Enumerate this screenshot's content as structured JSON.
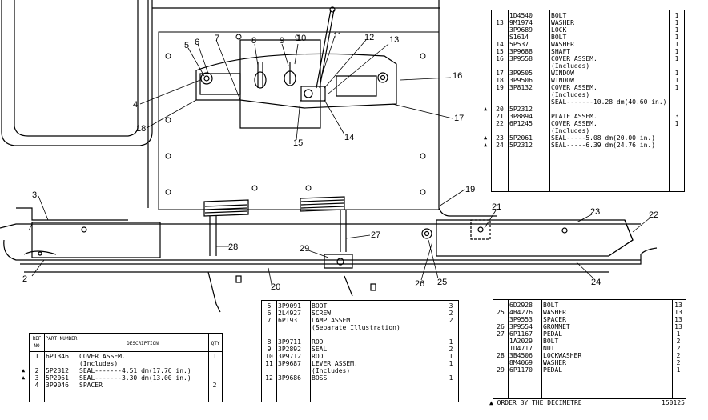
{
  "callouts": [
    "2",
    "3",
    "4",
    "5",
    "6",
    "7",
    "8",
    "9",
    "9",
    "10",
    "11",
    "12",
    "13",
    "14",
    "15",
    "16",
    "17",
    "18",
    "19",
    "20",
    "21",
    "22",
    "23",
    "24",
    "25",
    "26",
    "27",
    "28",
    "29"
  ],
  "table_top_right": [
    {
      "mark": "",
      "ref": "",
      "pn": "1D4540",
      "desc": "BOLT",
      "qty": "1"
    },
    {
      "mark": "",
      "ref": "13",
      "pn": "9M1974",
      "desc": "WASHER",
      "qty": "1"
    },
    {
      "mark": "",
      "ref": "",
      "pn": "3P9689",
      "desc": "LOCK",
      "qty": "1"
    },
    {
      "mark": "",
      "ref": "",
      "pn": "S1614",
      "desc": "BOLT",
      "qty": "1"
    },
    {
      "mark": "",
      "ref": "14",
      "pn": "5P537",
      "desc": "WASHER",
      "qty": "1"
    },
    {
      "mark": "",
      "ref": "15",
      "pn": "3P9688",
      "desc": "SHAFT",
      "qty": "1"
    },
    {
      "mark": "",
      "ref": "16",
      "pn": "3P9558",
      "desc": "COVER ASSEM.",
      "qty": "1"
    },
    {
      "mark": "",
      "ref": "",
      "pn": "",
      "desc": "(Includes)",
      "qty": ""
    },
    {
      "mark": "",
      "ref": "17",
      "pn": "3P9505",
      "desc": "WINDOW",
      "qty": "1"
    },
    {
      "mark": "",
      "ref": "18",
      "pn": "3P9506",
      "desc": "WINDOW",
      "qty": "1"
    },
    {
      "mark": "",
      "ref": "19",
      "pn": "3P8132",
      "desc": "COVER ASSEM.",
      "qty": "1"
    },
    {
      "mark": "",
      "ref": "",
      "pn": "",
      "desc": "(Includes)",
      "qty": ""
    },
    {
      "mark": "",
      "ref": "",
      "pn": "",
      "desc": "SEAL-------10.28 dm(40.60 in.)",
      "qty": ""
    },
    {
      "mark": "▲",
      "ref": "20",
      "pn": "5P2312",
      "desc": "",
      "qty": ""
    },
    {
      "mark": "",
      "ref": "21",
      "pn": "3P8894",
      "desc": "PLATE ASSEM.",
      "qty": "3"
    },
    {
      "mark": "",
      "ref": "22",
      "pn": "6P1245",
      "desc": "COVER ASSEM.",
      "qty": "1"
    },
    {
      "mark": "",
      "ref": "",
      "pn": "",
      "desc": "(Includes)",
      "qty": ""
    },
    {
      "mark": "▲",
      "ref": "23",
      "pn": "5P2061",
      "desc": "SEAL-----5.08 dm(20.00 in.)",
      "qty": ""
    },
    {
      "mark": "▲",
      "ref": "24",
      "pn": "5P2312",
      "desc": "SEAL-----6.39 dm(24.76 in.)",
      "qty": ""
    }
  ],
  "table_bottom_left": {
    "headers": {
      "ref": "REF NO",
      "part": "PART NUMBER",
      "desc": "DESCRIPTION",
      "qty": "QTY"
    },
    "rows": [
      {
        "mark": "",
        "ref": "1",
        "pn": "6P1346",
        "desc": "COVER ASSEM.",
        "qty": "1"
      },
      {
        "mark": "",
        "ref": "",
        "pn": "",
        "desc": "(Includes)",
        "qty": ""
      },
      {
        "mark": "▲",
        "ref": "2",
        "pn": "5P2312",
        "desc": "SEAL-------4.51 dm(17.76 in.)",
        "qty": ""
      },
      {
        "mark": "▲",
        "ref": "3",
        "pn": "5P2061",
        "desc": "SEAL-------3.30 dm(13.00 in.)",
        "qty": ""
      },
      {
        "mark": "",
        "ref": "4",
        "pn": "3P9046",
        "desc": "SPACER",
        "qty": "2"
      }
    ]
  },
  "table_bottom_mid": [
    {
      "ref": "5",
      "pn": "3P9091",
      "desc": "BOOT",
      "qty": "3"
    },
    {
      "ref": "6",
      "pn": "2L4927",
      "desc": "SCREW",
      "qty": "2"
    },
    {
      "ref": "7",
      "pn": "6P193",
      "desc": "LAMP ASSEM.",
      "qty": "2"
    },
    {
      "ref": "",
      "pn": "",
      "desc": "(Separate Illustration)",
      "qty": ""
    },
    {
      "ref": "",
      "pn": "",
      "desc": "",
      "qty": ""
    },
    {
      "ref": "8",
      "pn": "3P9711",
      "desc": "ROD",
      "qty": "1"
    },
    {
      "ref": "9",
      "pn": "3P2892",
      "desc": "SEAL",
      "qty": "2"
    },
    {
      "ref": "10",
      "pn": "3P9712",
      "desc": "ROD",
      "qty": "1"
    },
    {
      "ref": "11",
      "pn": "3P9687",
      "desc": "LEVER ASSEM.",
      "qty": "1"
    },
    {
      "ref": "",
      "pn": "",
      "desc": "(Includes)",
      "qty": ""
    },
    {
      "ref": "12",
      "pn": "3P9686",
      "desc": "BOSS",
      "qty": "1"
    }
  ],
  "table_bottom_right": [
    {
      "ref": "",
      "pn": "6D2928",
      "desc": "BOLT",
      "qty": "13"
    },
    {
      "ref": "25",
      "pn": "4B4276",
      "desc": "WASHER",
      "qty": "13"
    },
    {
      "ref": "",
      "pn": "3P9553",
      "desc": "SPACER",
      "qty": "13"
    },
    {
      "ref": "26",
      "pn": "3P9554",
      "desc": "GROMMET",
      "qty": "13"
    },
    {
      "ref": "27",
      "pn": "6P1167",
      "desc": "PEDAL",
      "qty": "1"
    },
    {
      "ref": "",
      "pn": "1A2029",
      "desc": "BOLT",
      "qty": "2"
    },
    {
      "ref": "",
      "pn": "1D4717",
      "desc": "NUT",
      "qty": "2"
    },
    {
      "ref": "28",
      "pn": "3B4506",
      "desc": "LOCKWASHER",
      "qty": "2"
    },
    {
      "ref": "",
      "pn": "8M4069",
      "desc": "WASHER",
      "qty": "2"
    },
    {
      "ref": "29",
      "pn": "6P1170",
      "desc": "PEDAL",
      "qty": "1"
    }
  ],
  "footnote": "▲ ORDER BY THE DECIMETRE",
  "figure_id": "150125"
}
